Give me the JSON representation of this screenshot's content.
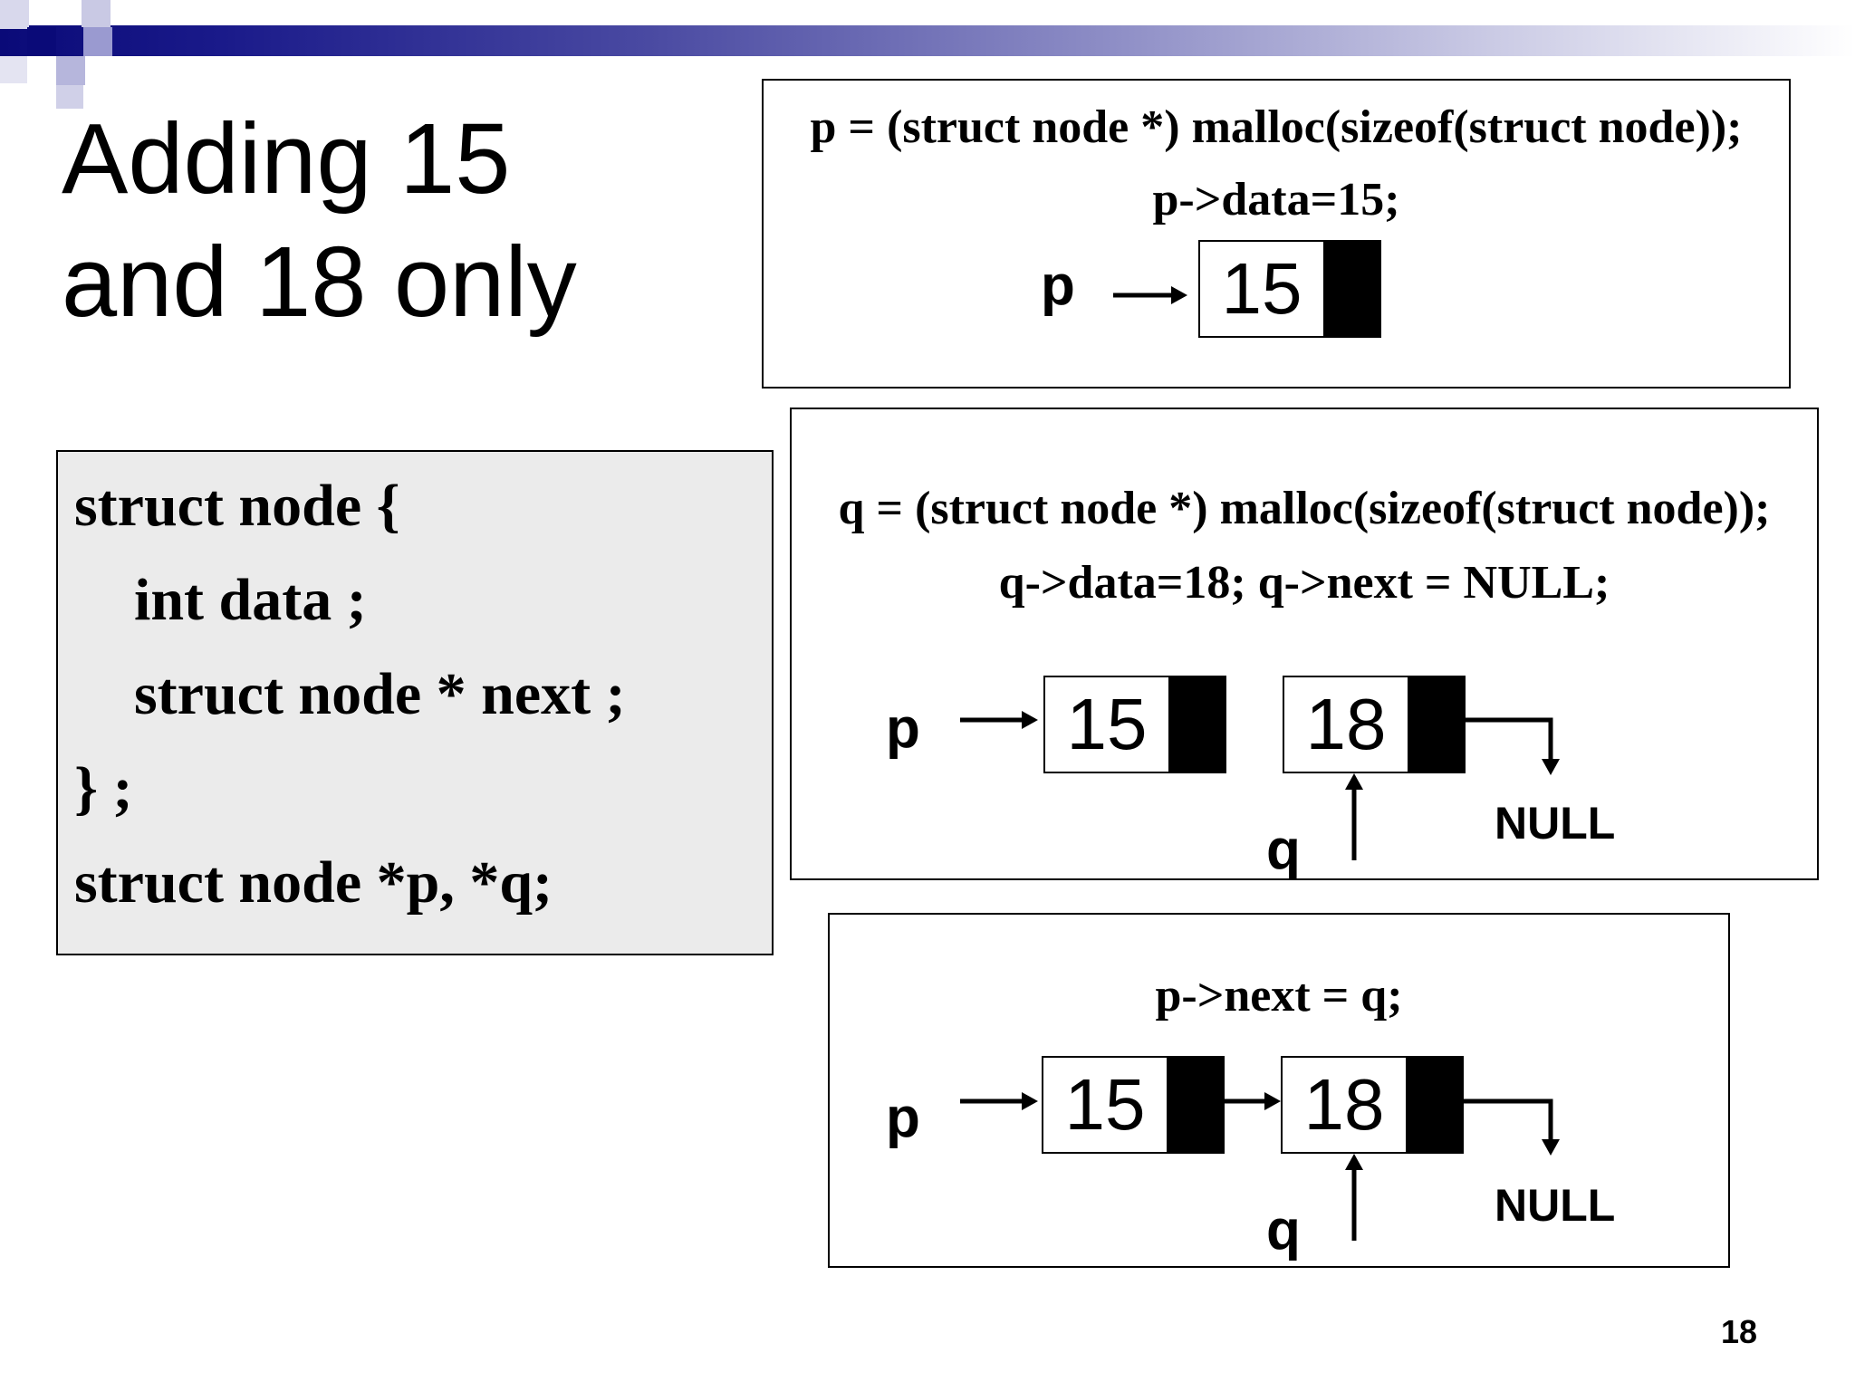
{
  "title": {
    "line1": "Adding 15",
    "line2": "and 18 only"
  },
  "code": {
    "lines": [
      "struct node {",
      "    int data ;",
      "    struct node * next ;",
      "} ;",
      "struct node *p, *q;"
    ]
  },
  "panel1": {
    "statement1": "p = (struct node *) malloc(sizeof(struct node));",
    "statement2": "p->data=15;",
    "pointer_p": "p",
    "node_value": "15"
  },
  "panel2": {
    "statement1": "q = (struct node *) malloc(sizeof(struct node));",
    "statement2": "q->data=18;  q->next = NULL;",
    "pointer_p": "p",
    "pointer_q": "q",
    "node1_value": "15",
    "node2_value": "18",
    "null_label": "NULL"
  },
  "panel3": {
    "statement1": "p->next = q;",
    "pointer_p": "p",
    "pointer_q": "q",
    "node1_value": "15",
    "node2_value": "18",
    "null_label": "NULL"
  },
  "page_number": "18"
}
